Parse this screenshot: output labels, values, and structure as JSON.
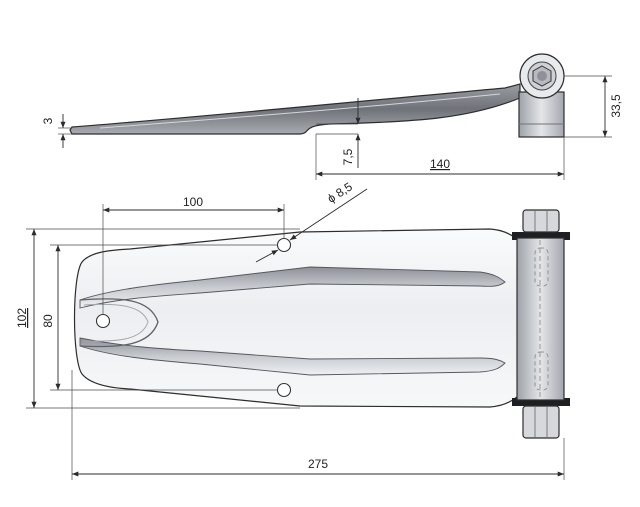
{
  "dimensions": {
    "thickness": "3",
    "offset": "7,5",
    "side_length": "140",
    "knuckle_height": "33,5",
    "hole_spacing": "100",
    "hole_diameter": "ϕ 8,5",
    "overall_width": "102",
    "hole_span": "80",
    "overall_length": "275"
  },
  "colors": {
    "line": "#2b2b2b",
    "metal_light": "#f3f4f6",
    "metal_mid": "#c9ccd1",
    "metal_dark": "#7d8087",
    "pin": "#b9bdc3"
  }
}
